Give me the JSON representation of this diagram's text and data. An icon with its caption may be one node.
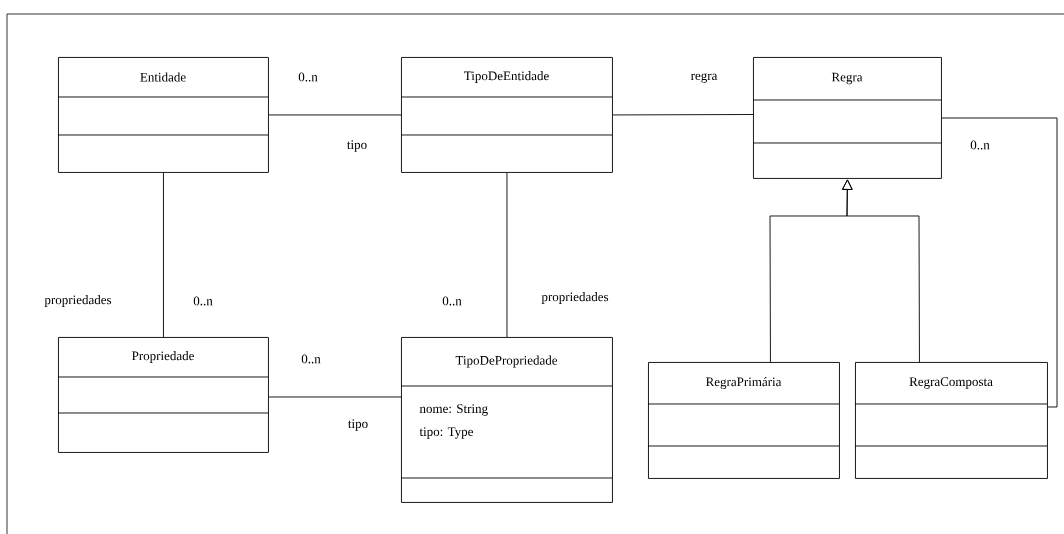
{
  "diagram": {
    "nodes": [
      {
        "text": [
          "Entidade"
        ]
      },
      {
        "text": [
          "TipoDeEntidade"
        ]
      },
      {
        "text": [
          "Regra"
        ]
      },
      {
        "text": [
          "Propriedade"
        ]
      },
      {
        "text": [
          "TipoDePropriedade",
          "nome: String",
          "tipo: Type"
        ]
      },
      {
        "text": [
          "RegraPrimária"
        ]
      },
      {
        "text": [
          "RegraComposta"
        ]
      }
    ],
    "edges": [
      {
        "from": 0,
        "to": 1,
        "arrow": "none"
      },
      {
        "from": 0,
        "to": 3,
        "arrow": "none"
      },
      {
        "from": 1,
        "to": 4,
        "arrow": "none"
      },
      {
        "from": 3,
        "to": 4,
        "arrow": "none"
      },
      {
        "from": 1,
        "to": 2,
        "arrow": "none"
      },
      {
        "from": 2,
        "to": 6,
        "arrow": "none"
      },
      {
        "from": 5,
        "to": 2,
        "arrow": "to"
      },
      {
        "from": 6,
        "to": 2,
        "arrow": "to"
      }
    ],
    "labels": [
      "0..n",
      "regra",
      "tipo",
      "0..n",
      "propriedades",
      "0..n",
      "0..n",
      "propriedades",
      "0..n",
      "tipo"
    ]
  }
}
